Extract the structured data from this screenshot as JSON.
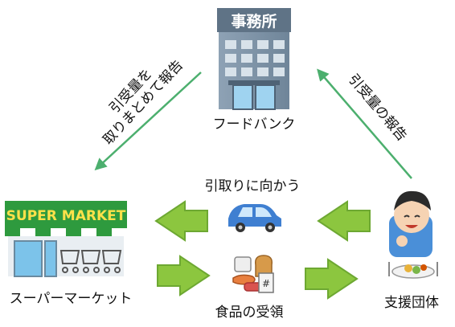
{
  "nodes": {
    "foodbank": {
      "sign": "事務所",
      "label": "フードバンク"
    },
    "supermarket": {
      "sign": "SUPER MARKET",
      "label": "スーパーマーケット"
    },
    "food": {
      "label": "食品の受領"
    },
    "support": {
      "label": "支援団体"
    },
    "pickup": {
      "label": "引取りに向かう"
    }
  },
  "edges": {
    "report_to_market": {
      "line1": "引受量を",
      "line2": "取りまとめて報告"
    },
    "report_to_bank": {
      "line1": "引受量の報告"
    }
  },
  "colors": {
    "report_arrow": "#4caf6e",
    "flow_arrow": "#8cc63f",
    "flow_arrow_edge": "#6da832",
    "building": "#7a8fa3",
    "store_green": "#2e9a3e",
    "car": "#3f7fd1"
  }
}
